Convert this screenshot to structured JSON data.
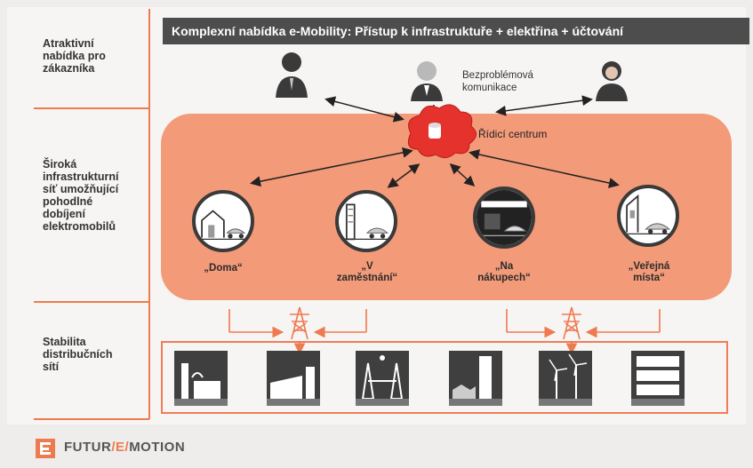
{
  "header": {
    "title": "Komplexní nabídka e-Mobility: Přístup k infrastruktuře + elektřina + účtování"
  },
  "left_labels": {
    "row1": "Atraktivní\nnabídka pro\nzákazníka",
    "row2": "Široká\ninfrastrukturní\nsíť umožňující\npohodlné\ndobíjení\nelektromobilů",
    "row3": "Stabilita\ndistribučních\nsítí"
  },
  "communication_label": "Bezproblémová\nkomunikace",
  "control_center_label": "Řídicí centrum",
  "locations": [
    {
      "label": "„Doma“"
    },
    {
      "label": "„V\nzaměstnání“"
    },
    {
      "label": "„Na\nnákupech“"
    },
    {
      "label": "„Veřejná\nmísta“"
    }
  ],
  "footer": {
    "brand_main": "FUTUR",
    "brand_slash1": "/",
    "brand_e": "E",
    "brand_slash2": "/",
    "brand_end": "MOTION"
  },
  "colors": {
    "orange": "#f39a79",
    "accent": "#ee7a4f",
    "dark": "#3f3f3f",
    "header_bg": "#4d4d4d"
  },
  "icons": [
    "person-icon",
    "cloud-database-icon",
    "power-pylon-icon",
    "power-plant-icon",
    "wind-turbine-icon"
  ]
}
